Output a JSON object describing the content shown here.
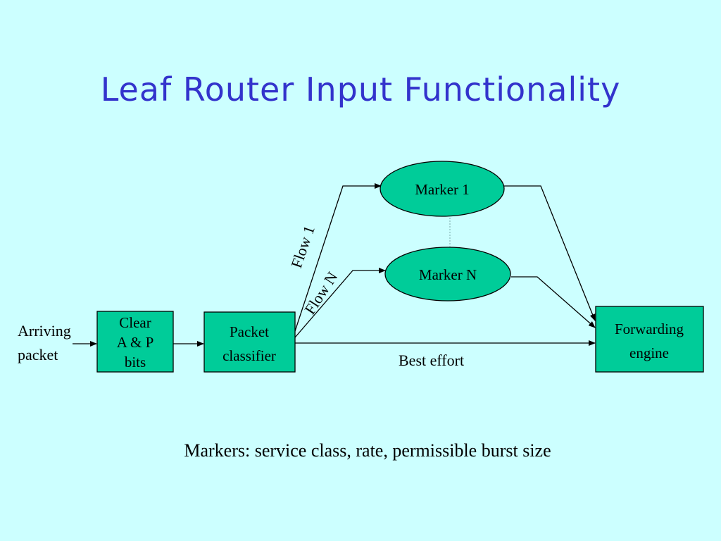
{
  "title": "Leaf Router Input Functionality",
  "input_label": {
    "line1": "Arriving",
    "line2": "packet"
  },
  "clear_box": {
    "line1": "Clear",
    "line2": "A & P",
    "line3": "bits"
  },
  "classifier_box": {
    "line1": "Packet",
    "line2": "classifier"
  },
  "marker1": "Marker 1",
  "markerN": "Marker N",
  "forwarding_box": {
    "line1": "Forwarding",
    "line2": "engine"
  },
  "flow1_label": "Flow 1",
  "flowN_label": "Flow N",
  "best_effort_label": "Best effort",
  "footer": "Markers: service class, rate, permissible burst size",
  "colors": {
    "background": "#ccffff",
    "node_fill": "#00cc99",
    "title": "#3333cc"
  }
}
